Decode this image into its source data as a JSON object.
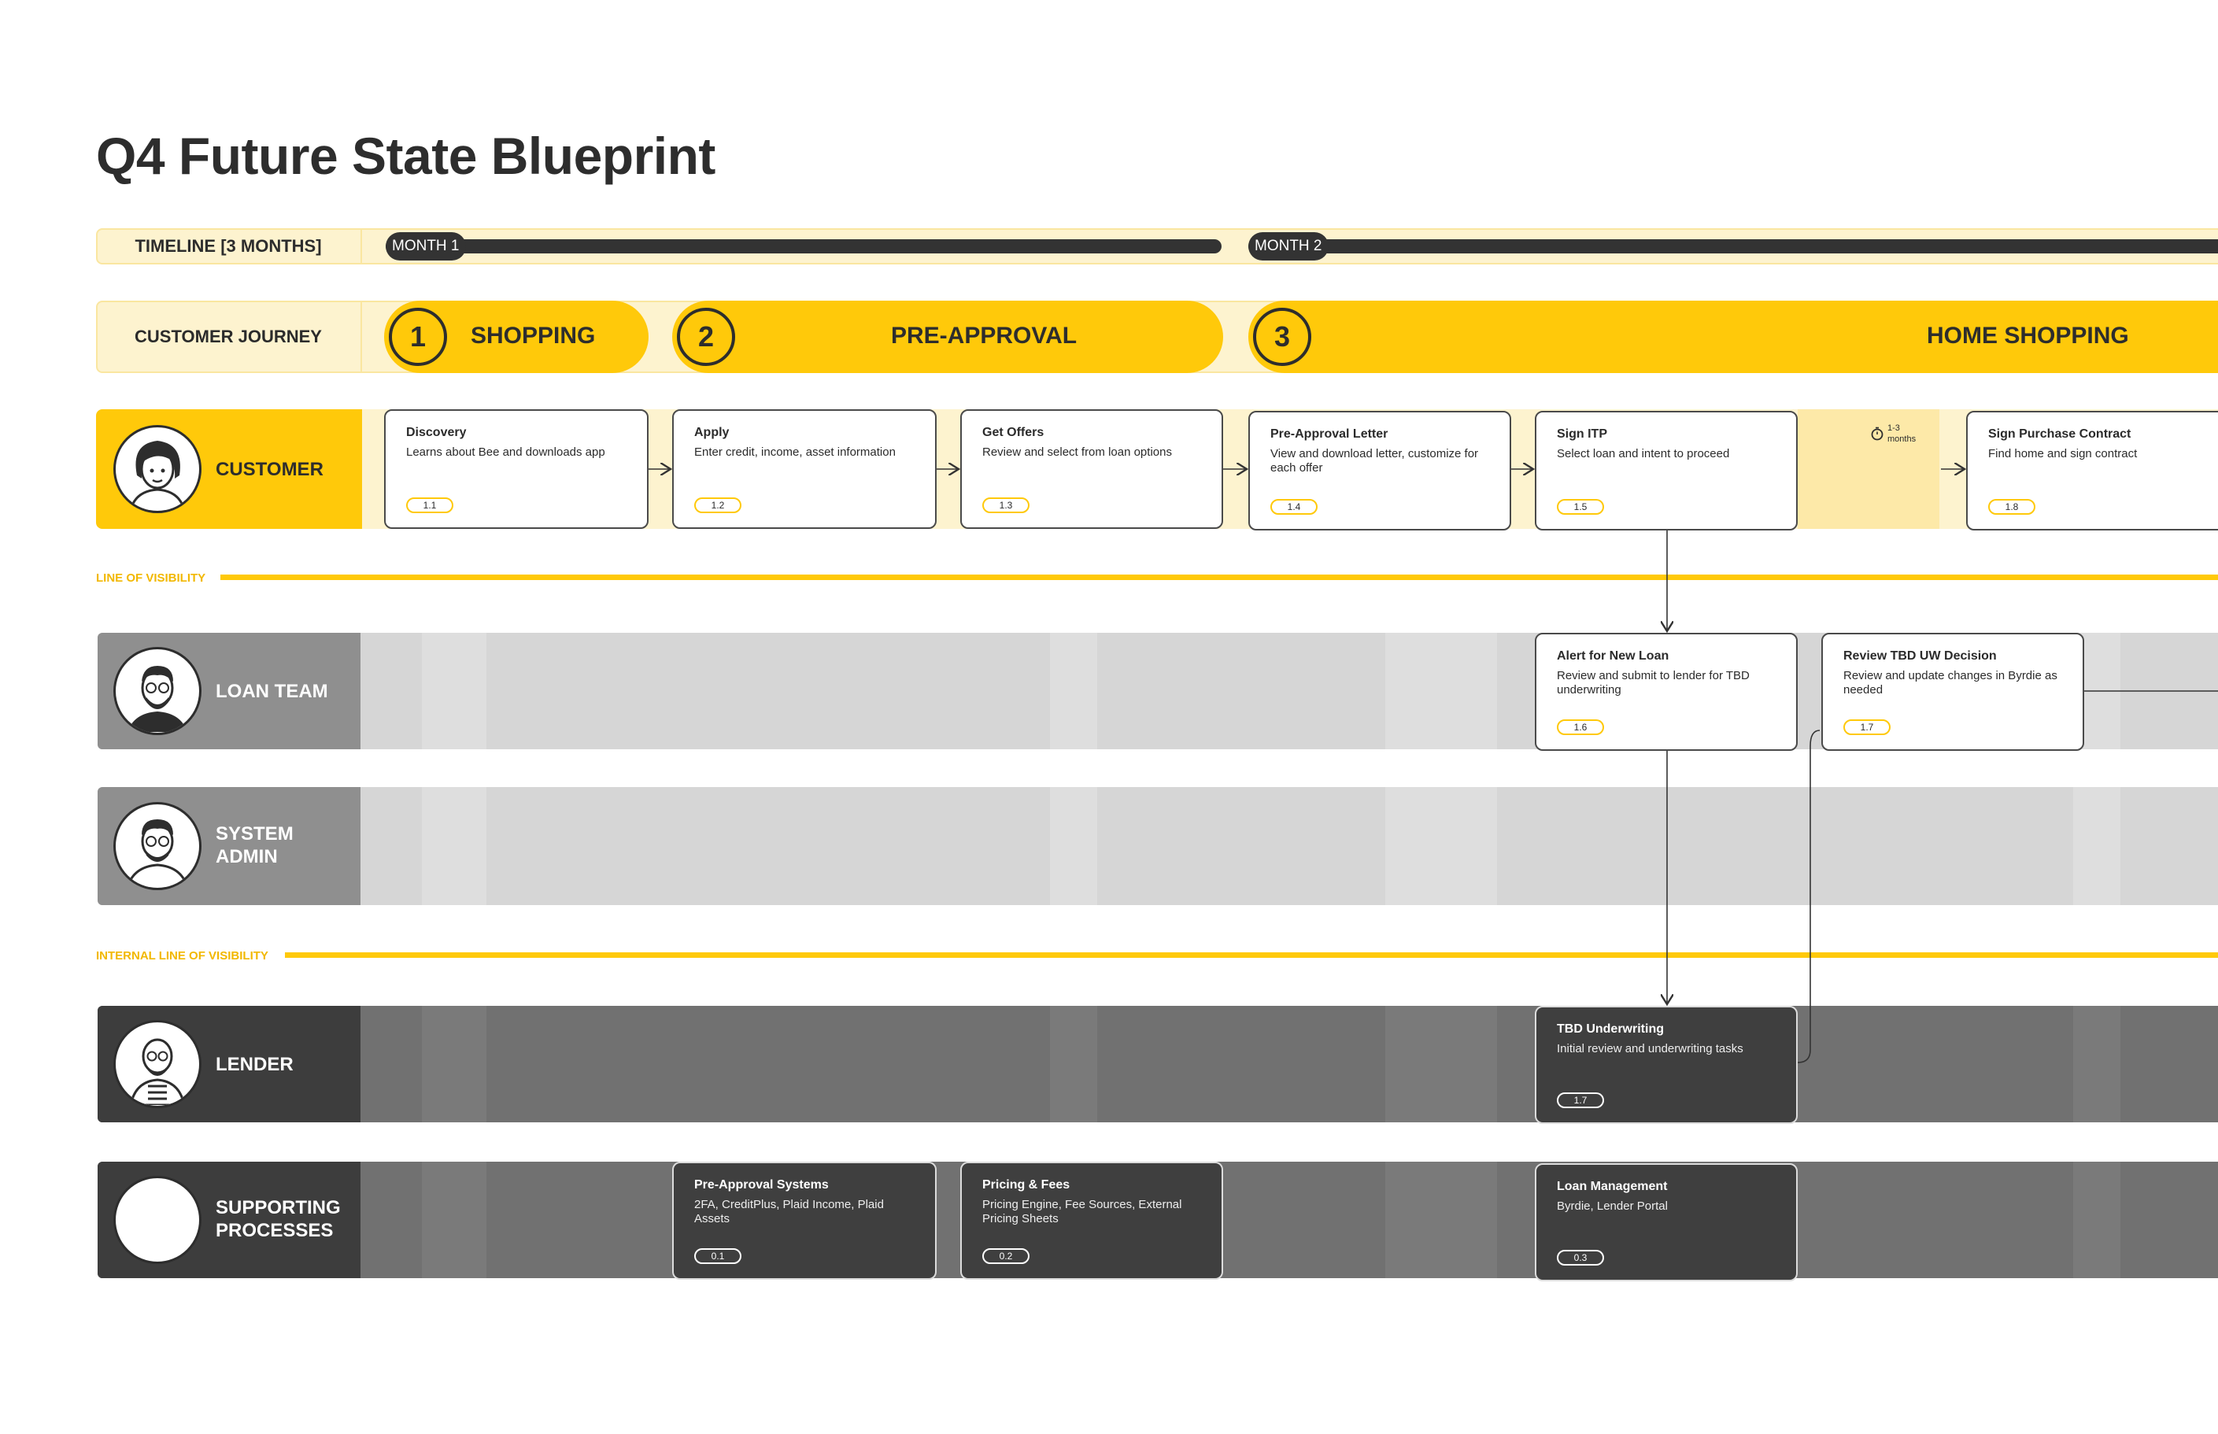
{
  "title": "Q4 Future State Blueprint",
  "timeline": {
    "label": "TIMELINE [3 MONTHS]",
    "months": [
      "MONTH 1",
      "MONTH 2"
    ]
  },
  "journey": {
    "label": "CUSTOMER JOURNEY",
    "phases": [
      {
        "num": "1",
        "name": "SHOPPING"
      },
      {
        "num": "2",
        "name": "PRE-APPROVAL"
      },
      {
        "num": "3",
        "name": "HOME SHOPPING"
      }
    ]
  },
  "lanes": {
    "customer": "CUSTOMER",
    "loan_team": "LOAN TEAM",
    "system_admin": [
      "SYSTEM",
      "ADMIN"
    ],
    "lender": "LENDER",
    "supporting": [
      "SUPPORTING",
      "PROCESSES"
    ]
  },
  "lines": {
    "visibility": "LINE OF VISIBILITY",
    "internal": "INTERNAL LINE OF VISIBILITY"
  },
  "wait": {
    "range": "1-3",
    "unit": "months"
  },
  "customer_cards": [
    {
      "title": "Discovery",
      "desc": "Learns about Bee and downloads app",
      "badge": "1.1"
    },
    {
      "title": "Apply",
      "desc": "Enter credit, income, asset information",
      "badge": "1.2"
    },
    {
      "title": "Get Offers",
      "desc": "Review and select from loan options",
      "badge": "1.3"
    },
    {
      "title": "Pre-Approval Letter",
      "desc": "View and download letter, customize for each offer",
      "badge": "1.4"
    },
    {
      "title": "Sign ITP",
      "desc": "Select loan and intent to proceed",
      "badge": "1.5"
    },
    {
      "title": "Sign Purchase Contract",
      "desc": "Find home and sign contract",
      "badge": "1.8"
    }
  ],
  "loan_team_cards": [
    {
      "title": "Alert for New Loan",
      "desc": "Review and submit to lender for TBD underwriting",
      "badge": "1.6"
    },
    {
      "title": "Review TBD UW Decision",
      "desc": "Review and update changes in Byrdie as needed",
      "badge": "1.7"
    }
  ],
  "lender_cards": [
    {
      "title": "TBD Underwriting",
      "desc": "Initial review and underwriting tasks",
      "badge": "1.7"
    }
  ],
  "supporting_cards": [
    {
      "title": "Pre-Approval Systems",
      "desc": "2FA, CreditPlus, Plaid Income, Plaid Assets",
      "badge": "0.1"
    },
    {
      "title": "Pricing & Fees",
      "desc": "Pricing Engine, Fee Sources, External Pricing Sheets",
      "badge": "0.2"
    },
    {
      "title": "Loan Management",
      "desc": "Byrdie, Lender Portal",
      "badge": "0.3"
    }
  ],
  "colors": {
    "accent": "#ffc90a",
    "accent_light": "#fdf3cf",
    "loan_team_lane": "#d6d6d6",
    "lender_lane": "#717171",
    "dark_label": "#3d3d3d"
  }
}
